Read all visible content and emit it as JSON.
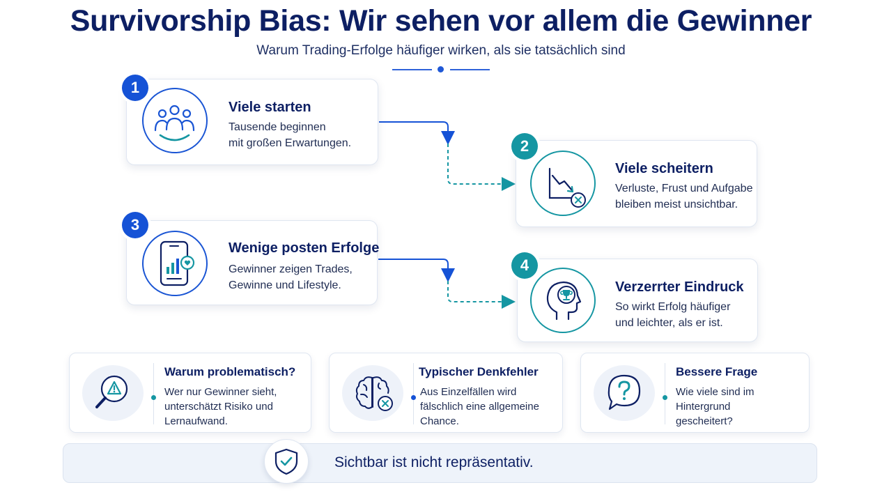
{
  "header": {
    "title": "Survivorship Bias: Wir sehen vor allem die Gewinner",
    "subtitle": "Warum Trading-Erfolge häufiger wirken, als sie tatsächlich sind"
  },
  "steps": [
    {
      "number": "1",
      "title": "Viele starten",
      "text": "Tausende beginnen\nmit großen Erwartungen.",
      "icon": "people-group-icon"
    },
    {
      "number": "2",
      "title": "Viele scheitern",
      "text": "Verluste, Frust und Aufgabe\nbleiben meist unsichtbar.",
      "icon": "declining-chart-icon"
    },
    {
      "number": "3",
      "title": "Wenige posten Erfolge",
      "text": "Gewinner zeigen Trades,\nGewinne und Lifestyle.",
      "icon": "smartphone-chart-icon"
    },
    {
      "number": "4",
      "title": "Verzerrter Eindruck",
      "text": "So wirkt Erfolg häufiger\nund leichter, als er ist.",
      "icon": "head-trophy-icon"
    }
  ],
  "info_cards": [
    {
      "title": "Warum problematisch?",
      "text": "Wer nur Gewinner sieht,\nunterschätzt Risiko und\nLernaufwand.",
      "icon": "warning-magnifier-icon"
    },
    {
      "title": "Typischer Denkfehler",
      "text": "Aus Einzelfällen wird\nfälschlich eine allgemeine\nChance.",
      "icon": "brain-error-icon"
    },
    {
      "title": "Bessere Frage",
      "text": "Wie viele sind im\nHintergrund\ngescheitert?",
      "icon": "question-bubble-icon"
    }
  ],
  "footer": {
    "text": "Sichtbar ist nicht repräsentativ.",
    "icon": "shield-check-icon"
  },
  "colors": {
    "navy": "#0d1f63",
    "blue": "#1552d6",
    "teal": "#1596a2"
  }
}
